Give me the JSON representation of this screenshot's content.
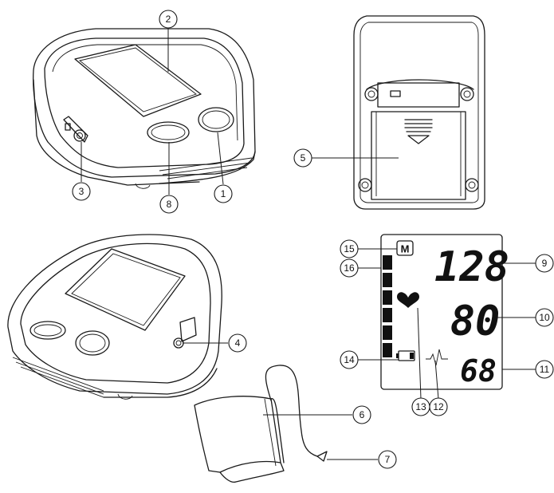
{
  "callouts": {
    "c1": "1",
    "c2": "2",
    "c3": "3",
    "c4": "4",
    "c5": "5",
    "c6": "6",
    "c7": "7",
    "c8": "8",
    "c9": "9",
    "c10": "10",
    "c11": "11",
    "c12": "12",
    "c13": "13",
    "c14": "14",
    "c15": "15",
    "c16": "16"
  },
  "display": {
    "memory_label": "M",
    "systolic": "128",
    "diastolic": "80",
    "pulse": "68"
  },
  "icons": {
    "heart": "heart-icon",
    "battery": "battery-icon",
    "pulse_wave": "pulse-wave-icon",
    "memory": "memory-icon"
  }
}
